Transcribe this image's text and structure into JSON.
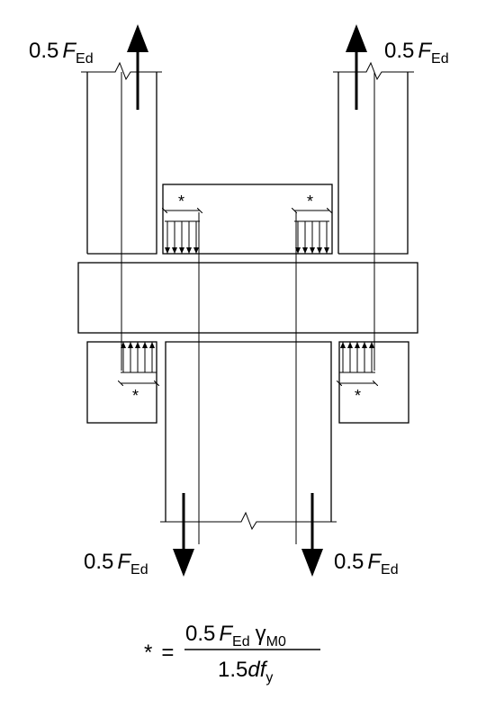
{
  "force_labels": {
    "coef": "0.5",
    "symbol": "F",
    "subscript": "Ed"
  },
  "star": "*",
  "formula": {
    "lhs": "*",
    "equals": "=",
    "num_coef": "0.5",
    "num_symbol": "F",
    "num_sub": "Ed",
    "num_gamma": "γ",
    "num_gamma_sub": "M0",
    "den_coef": "1.5",
    "den_d": "d",
    "den_f": "f",
    "den_sub": "y"
  },
  "colors": {
    "ink": "#000000",
    "background": "#ffffff"
  }
}
